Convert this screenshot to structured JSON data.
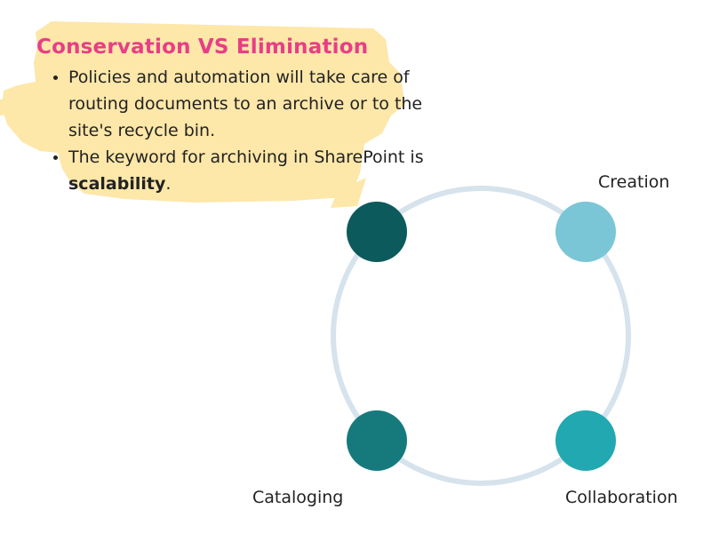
{
  "title": {
    "text": "Conservation VS Elimination",
    "color": "#e83e86"
  },
  "bullets": [
    {
      "text": "Policies and automation will take care of routing documents to an archive or to the site's recycle bin."
    },
    {
      "text_before": "The keyword for archiving in SharePoint is ",
      "bold": "scalability",
      "text_after": "."
    }
  ],
  "highlight_color": "#fde7a9",
  "cycle": {
    "ring_color": "#d6e3ec",
    "nodes": [
      {
        "name": "unlabeled-top-left",
        "label": "",
        "color": "#0d5a5c"
      },
      {
        "name": "creation",
        "label": "Creation",
        "color": "#7ac6d7"
      },
      {
        "name": "cataloging",
        "label": "Cataloging",
        "color": "#167a7d"
      },
      {
        "name": "collaboration",
        "label": "Collaboration",
        "color": "#22a8b0"
      }
    ]
  }
}
